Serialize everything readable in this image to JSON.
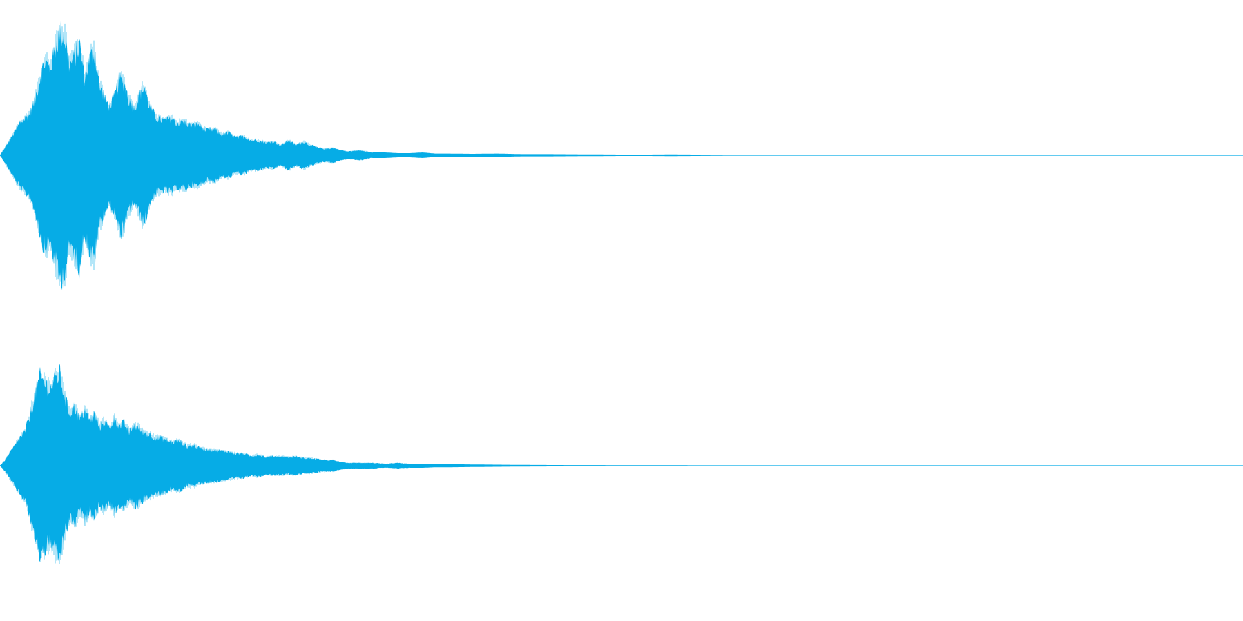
{
  "waveform": {
    "color": "#06ace6",
    "background": "#ffffff",
    "channels": [
      {
        "name": "",
        "envelope": [
          [
            0.0,
            0.0
          ],
          [
            0.004,
            0.06
          ],
          [
            0.01,
            0.16
          ],
          [
            0.016,
            0.26
          ],
          [
            0.02,
            0.3
          ],
          [
            0.024,
            0.33
          ],
          [
            0.028,
            0.44
          ],
          [
            0.032,
            0.62
          ],
          [
            0.036,
            0.76
          ],
          [
            0.04,
            0.7
          ],
          [
            0.044,
            0.85
          ],
          [
            0.048,
            1.0
          ],
          [
            0.052,
            0.96
          ],
          [
            0.056,
            0.72
          ],
          [
            0.06,
            0.8
          ],
          [
            0.064,
            0.9
          ],
          [
            0.068,
            0.62
          ],
          [
            0.072,
            0.78
          ],
          [
            0.076,
            0.84
          ],
          [
            0.08,
            0.56
          ],
          [
            0.084,
            0.46
          ],
          [
            0.088,
            0.4
          ],
          [
            0.092,
            0.46
          ],
          [
            0.096,
            0.62
          ],
          [
            0.1,
            0.58
          ],
          [
            0.104,
            0.44
          ],
          [
            0.108,
            0.38
          ],
          [
            0.112,
            0.48
          ],
          [
            0.116,
            0.56
          ],
          [
            0.12,
            0.4
          ],
          [
            0.126,
            0.3
          ],
          [
            0.132,
            0.28
          ],
          [
            0.138,
            0.3
          ],
          [
            0.142,
            0.26
          ],
          [
            0.148,
            0.27
          ],
          [
            0.154,
            0.24
          ],
          [
            0.16,
            0.25
          ],
          [
            0.166,
            0.2
          ],
          [
            0.172,
            0.21
          ],
          [
            0.178,
            0.17
          ],
          [
            0.184,
            0.18
          ],
          [
            0.19,
            0.14
          ],
          [
            0.196,
            0.15
          ],
          [
            0.202,
            0.12
          ],
          [
            0.208,
            0.12
          ],
          [
            0.214,
            0.1
          ],
          [
            0.22,
            0.11
          ],
          [
            0.226,
            0.08
          ],
          [
            0.232,
            0.12
          ],
          [
            0.238,
            0.08
          ],
          [
            0.244,
            0.11
          ],
          [
            0.25,
            0.08
          ],
          [
            0.256,
            0.06
          ],
          [
            0.262,
            0.05
          ],
          [
            0.268,
            0.06
          ],
          [
            0.274,
            0.04
          ],
          [
            0.28,
            0.03
          ],
          [
            0.29,
            0.04
          ],
          [
            0.3,
            0.02
          ],
          [
            0.31,
            0.02
          ],
          [
            0.32,
            0.015
          ],
          [
            0.33,
            0.015
          ],
          [
            0.34,
            0.02
          ],
          [
            0.35,
            0.012
          ],
          [
            0.36,
            0.012
          ],
          [
            0.38,
            0.01
          ],
          [
            0.4,
            0.012
          ],
          [
            0.42,
            0.008
          ],
          [
            0.44,
            0.008
          ],
          [
            0.46,
            0.007
          ],
          [
            0.48,
            0.006
          ],
          [
            0.5,
            0.005
          ],
          [
            0.52,
            0.005
          ],
          [
            0.54,
            0.006
          ],
          [
            0.56,
            0.005
          ],
          [
            0.575,
            0.004
          ],
          [
            0.6,
            0.001
          ],
          [
            1.0,
            0.001
          ]
        ]
      },
      {
        "name": "",
        "envelope": [
          [
            0.0,
            0.0
          ],
          [
            0.004,
            0.06
          ],
          [
            0.01,
            0.18
          ],
          [
            0.016,
            0.3
          ],
          [
            0.02,
            0.36
          ],
          [
            0.024,
            0.54
          ],
          [
            0.028,
            0.76
          ],
          [
            0.032,
            0.96
          ],
          [
            0.036,
            0.9
          ],
          [
            0.04,
            0.82
          ],
          [
            0.044,
            0.92
          ],
          [
            0.048,
            1.0
          ],
          [
            0.052,
            0.74
          ],
          [
            0.056,
            0.56
          ],
          [
            0.06,
            0.64
          ],
          [
            0.064,
            0.48
          ],
          [
            0.068,
            0.6
          ],
          [
            0.072,
            0.48
          ],
          [
            0.076,
            0.56
          ],
          [
            0.08,
            0.42
          ],
          [
            0.084,
            0.48
          ],
          [
            0.088,
            0.4
          ],
          [
            0.092,
            0.52
          ],
          [
            0.096,
            0.42
          ],
          [
            0.1,
            0.46
          ],
          [
            0.104,
            0.36
          ],
          [
            0.108,
            0.44
          ],
          [
            0.112,
            0.4
          ],
          [
            0.116,
            0.36
          ],
          [
            0.12,
            0.34
          ],
          [
            0.126,
            0.3
          ],
          [
            0.132,
            0.29
          ],
          [
            0.138,
            0.25
          ],
          [
            0.144,
            0.27
          ],
          [
            0.15,
            0.21
          ],
          [
            0.156,
            0.22
          ],
          [
            0.16,
            0.19
          ],
          [
            0.166,
            0.18
          ],
          [
            0.172,
            0.17
          ],
          [
            0.178,
            0.16
          ],
          [
            0.184,
            0.15
          ],
          [
            0.19,
            0.13
          ],
          [
            0.196,
            0.13
          ],
          [
            0.202,
            0.1
          ],
          [
            0.208,
            0.12
          ],
          [
            0.214,
            0.09
          ],
          [
            0.22,
            0.1
          ],
          [
            0.226,
            0.1
          ],
          [
            0.232,
            0.09
          ],
          [
            0.238,
            0.1
          ],
          [
            0.244,
            0.08
          ],
          [
            0.25,
            0.08
          ],
          [
            0.256,
            0.07
          ],
          [
            0.262,
            0.06
          ],
          [
            0.268,
            0.06
          ],
          [
            0.274,
            0.04
          ],
          [
            0.28,
            0.03
          ],
          [
            0.29,
            0.03
          ],
          [
            0.3,
            0.03
          ],
          [
            0.31,
            0.02
          ],
          [
            0.32,
            0.03
          ],
          [
            0.33,
            0.02
          ],
          [
            0.34,
            0.02
          ],
          [
            0.35,
            0.015
          ],
          [
            0.36,
            0.015
          ],
          [
            0.38,
            0.012
          ],
          [
            0.4,
            0.01
          ],
          [
            0.42,
            0.008
          ],
          [
            0.44,
            0.007
          ],
          [
            0.46,
            0.006
          ],
          [
            0.48,
            0.006
          ],
          [
            0.5,
            0.005
          ],
          [
            0.52,
            0.005
          ],
          [
            0.54,
            0.005
          ],
          [
            0.56,
            0.004
          ],
          [
            0.58,
            0.003
          ],
          [
            0.6,
            0.001
          ],
          [
            1.0,
            0.001
          ]
        ]
      }
    ]
  }
}
